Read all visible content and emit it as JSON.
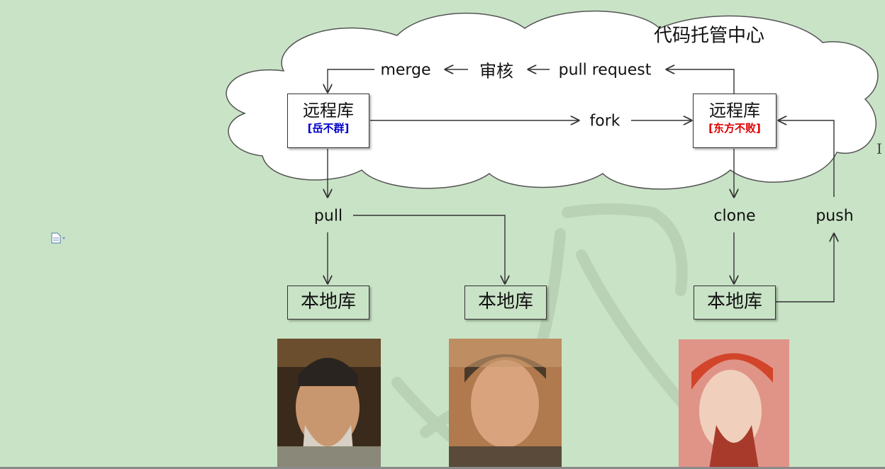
{
  "cloud": {
    "title": "代码托管中心"
  },
  "repos": {
    "origin": {
      "label": "远程库",
      "tag": "[岳不群]",
      "tag_color": "#0000cc"
    },
    "fork": {
      "label": "远程库",
      "tag": "[东方不败]",
      "tag_color": "#dd0000"
    }
  },
  "flow": {
    "merge": "merge",
    "review": "审核",
    "pull_request": "pull request",
    "fork": "fork",
    "pull": "pull",
    "clone": "clone",
    "push": "push"
  },
  "locals": [
    "本地库",
    "本地库",
    "本地库"
  ],
  "colors": {
    "background": "#c9e3c6",
    "cloud_fill": "#ffffff",
    "line": "#333333"
  },
  "icons": [
    "document-icon",
    "text-cursor-icon"
  ]
}
